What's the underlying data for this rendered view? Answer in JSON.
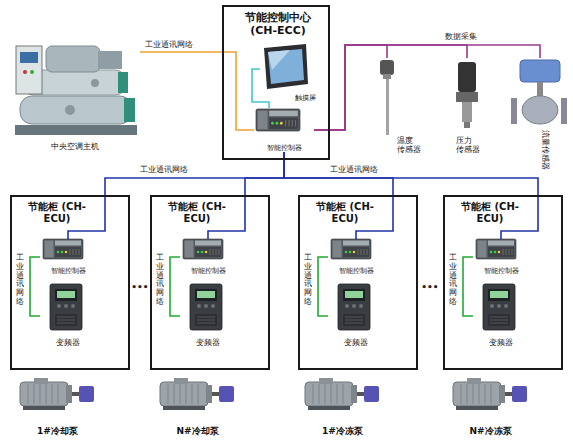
{
  "diagram": {
    "nodes": [
      {
        "text": [
          "中央空调主机"
        ]
      },
      {
        "text": [
          "节能控制中心 (CH-ECC)"
        ]
      },
      {
        "text": [
          "触摸屏"
        ],
        "in": 1
      },
      {
        "text": [
          "智能控制器"
        ],
        "in": 1
      },
      {
        "text": [
          "温度 传感器"
        ]
      },
      {
        "text": [
          "压力 传感器"
        ]
      },
      {
        "text": [
          "流量传感器"
        ]
      },
      {
        "text": [
          "节能柜 (CH-ECU)"
        ]
      },
      {
        "text": [
          "智能控制器"
        ],
        "in": 7
      },
      {
        "text": [
          "变频器"
        ],
        "in": 7
      },
      {
        "text": [
          "节能柜 (CH-ECU)"
        ]
      },
      {
        "text": [
          "智能控制器"
        ],
        "in": 10
      },
      {
        "text": [
          "变频器"
        ],
        "in": 10
      },
      {
        "text": [
          "节能柜 (CH-ECU)"
        ]
      },
      {
        "text": [
          "智能控制器"
        ],
        "in": 13
      },
      {
        "text": [
          "变频器"
        ],
        "in": 13
      },
      {
        "text": [
          "节能柜 (CH-ECU)"
        ]
      },
      {
        "text": [
          "智能控制器"
        ],
        "in": 16
      },
      {
        "text": [
          "变频器"
        ],
        "in": 16
      },
      {
        "text": [
          "1#冷却泵"
        ]
      },
      {
        "text": [
          "N#冷却泵"
        ]
      },
      {
        "text": [
          "1#冷冻泵"
        ]
      },
      {
        "text": [
          "N#冷冻泵"
        ]
      }
    ],
    "edges": [
      {
        "from": 0,
        "to": 3,
        "label": "工业通讯网络",
        "arrow": "none"
      },
      {
        "from": 3,
        "to": 4,
        "label": "数据采集",
        "arrow": "none"
      },
      {
        "from": 3,
        "to": 5,
        "arrow": "none"
      },
      {
        "from": 3,
        "to": 6,
        "arrow": "none"
      },
      {
        "from": 3,
        "to": 8,
        "label": "工业通讯网络",
        "arrow": "none"
      },
      {
        "from": 3,
        "to": 11,
        "arrow": "none"
      },
      {
        "from": 3,
        "to": 14,
        "arrow": "none"
      },
      {
        "from": 3,
        "to": 17,
        "label": "工业通讯网络",
        "arrow": "none"
      },
      {
        "from": 8,
        "to": 9,
        "label": "工业通讯网络",
        "arrow": "none"
      },
      {
        "from": 11,
        "to": 12,
        "label": "工业通讯网络",
        "arrow": "none"
      },
      {
        "from": 14,
        "to": 15,
        "label": "工业通讯网络",
        "arrow": "none"
      },
      {
        "from": 17,
        "to": 18,
        "label": "工业通讯网络",
        "arrow": "none"
      },
      {
        "from": 2,
        "to": 3,
        "arrow": "none"
      }
    ],
    "labels": [
      "•••",
      "•••"
    ]
  }
}
